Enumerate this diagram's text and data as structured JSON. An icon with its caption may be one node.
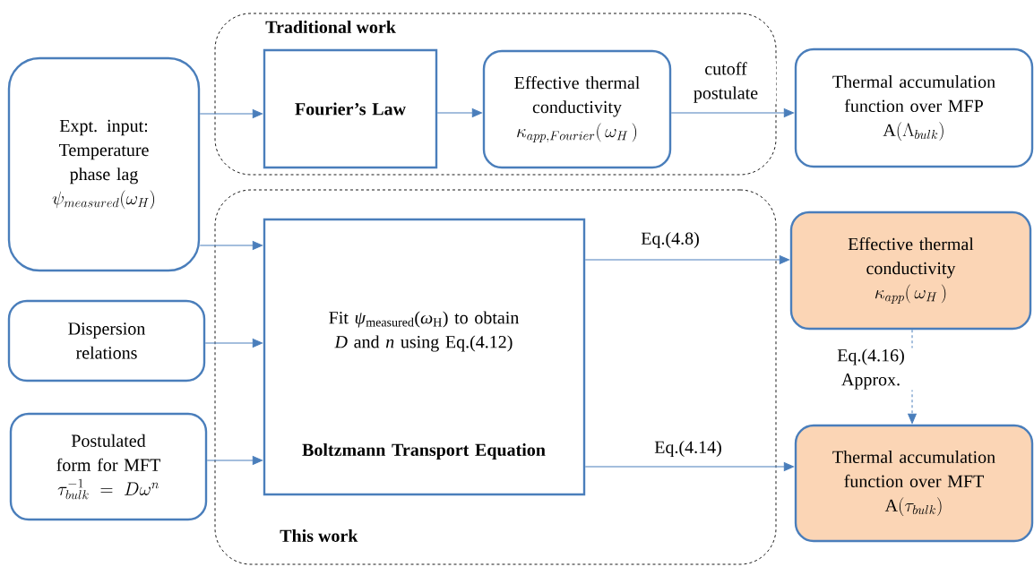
{
  "diagram": {
    "nodes": [
      {
        "text": [
          "Expt. input: Temperature phase lag",
          "\\psi_{measured}(\\omega_H)"
        ]
      },
      {
        "text": [
          "Traditional work"
        ]
      },
      {
        "text": [
          "Fourier’s Law"
        ],
        "in": 1
      },
      {
        "text": [
          "Effective thermal conductivity",
          "\\kappa_{app,Fourier}(\\,\\omega_H\\,)"
        ],
        "in": 1
      },
      {
        "text": [
          "Thermal accumulation function over MFP",
          "\\mathrm{A}(\\Lambda_{bulk})"
        ]
      },
      {
        "text": [
          "This work"
        ]
      },
      {
        "text": [
          "Fit *ψ*$_{measured}$(*ω*$_{H}$) to obtain *D* and *n* using Eq.(4.12)",
          "Boltzmann Transport Equation"
        ],
        "in": 5
      },
      {
        "text": [
          "Effective thermal conductivity",
          "\\kappa_{app}(\\,\\omega_H\\,)"
        ]
      },
      {
        "text": [
          "Dispersion relations"
        ]
      },
      {
        "text": [
          "Postulated form for MFT",
          "\\tau_{bulk}^{-1}=D\\omega^{n}"
        ]
      },
      {
        "text": [
          "Thermal accumulation function over MFT",
          "\\mathrm{A}(\\tau_{bulk})"
        ]
      }
    ],
    "edges": [
      {
        "from": 0,
        "to": 2,
        "arrow": "to"
      },
      {
        "from": 2,
        "to": 3,
        "arrow": "to"
      },
      {
        "from": 3,
        "to": 4,
        "arrow": "to",
        "label": "cutoff postulate"
      },
      {
        "from": 0,
        "to": 6,
        "arrow": "to"
      },
      {
        "from": 8,
        "to": 6,
        "arrow": "to"
      },
      {
        "from": 9,
        "to": 6,
        "arrow": "to"
      },
      {
        "from": 6,
        "to": 7,
        "arrow": "to",
        "label": "Eq.(4.8)"
      },
      {
        "from": 6,
        "to": 10,
        "arrow": "to",
        "label": "Eq.(4.14)"
      },
      {
        "from": 7,
        "to": 10,
        "arrow": "to",
        "label": "Eq.(4.16) Approx.",
        "style": "dashed"
      }
    ]
  }
}
